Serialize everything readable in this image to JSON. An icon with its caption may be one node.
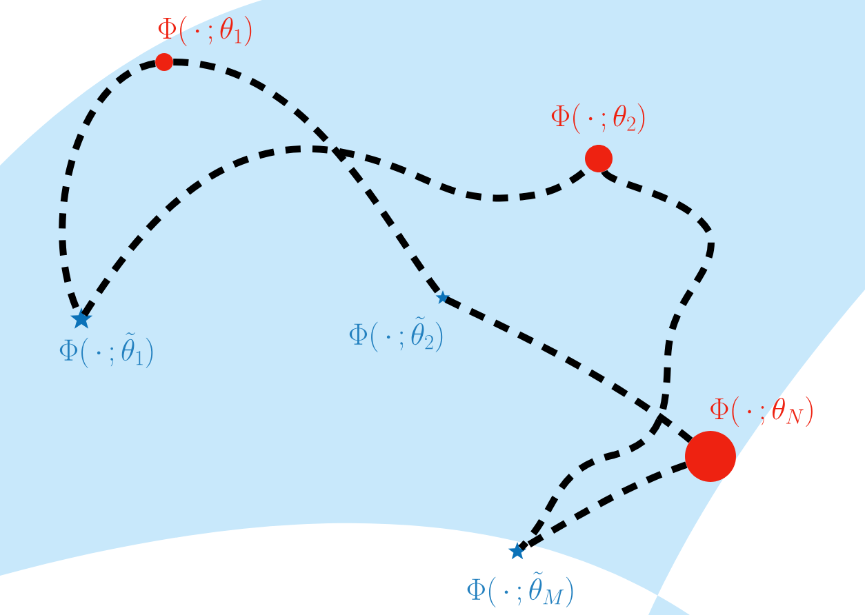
{
  "diagram": {
    "nodes": [
      {
        "text": [
          "\\Phi(\\,\\cdot\\,;\\theta_1)"
        ]
      },
      {
        "text": [
          "\\Phi(\\,\\cdot\\,;\\theta_2)"
        ]
      },
      {
        "text": [
          "\\Phi(\\,\\cdot\\,;\\tilde{\\theta}_1)"
        ]
      },
      {
        "text": [
          "\\Phi(\\,\\cdot\\,;\\tilde{\\theta}_2)"
        ]
      },
      {
        "text": [
          "\\Phi(\\,\\cdot\\,;\\theta_N)"
        ]
      },
      {
        "text": [
          "\\Phi(\\,\\cdot\\,;\\tilde{\\theta}_M)"
        ]
      }
    ],
    "edges": [
      {
        "from": 0,
        "to": 2,
        "arrow": "none",
        "style": "dashed"
      },
      {
        "from": 0,
        "to": 3,
        "arrow": "none",
        "style": "dashed"
      },
      {
        "from": 3,
        "to": 4,
        "arrow": "none",
        "style": "dashed"
      },
      {
        "from": 2,
        "to": 1,
        "arrow": "none",
        "style": "dashed"
      },
      {
        "from": 1,
        "to": 5,
        "arrow": "none",
        "style": "dashed"
      },
      {
        "from": 4,
        "to": 5,
        "arrow": "none",
        "style": "dashed"
      }
    ]
  }
}
